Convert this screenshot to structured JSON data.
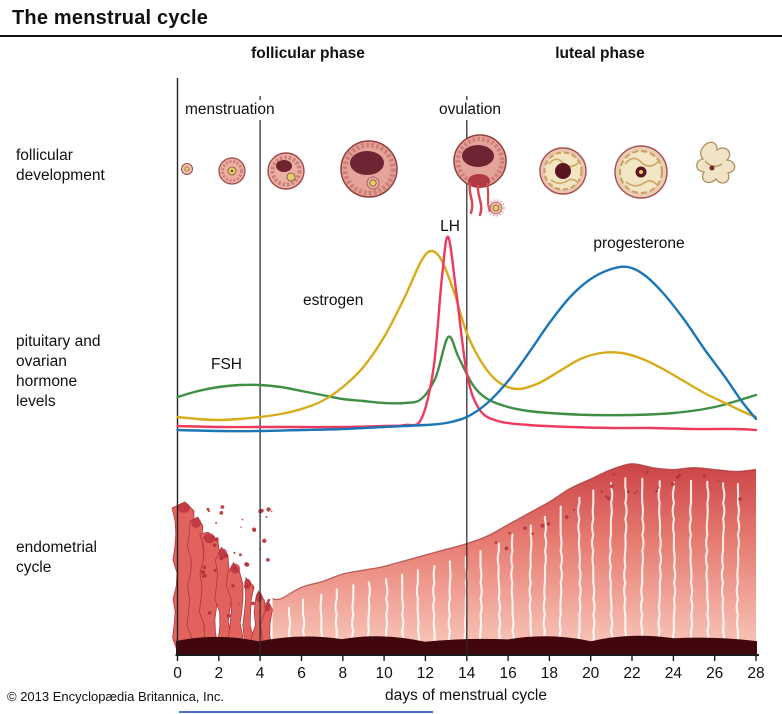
{
  "title": "The menstrual cycle",
  "copyright": "© 2013 Encyclopædia Britannica, Inc.",
  "phases": {
    "follicular": "follicular phase",
    "luteal": "luteal phase"
  },
  "events": {
    "menstruation": "menstruation",
    "ovulation": "ovulation"
  },
  "row_labels": {
    "follicular_development": "follicular\ndevelopment",
    "hormone_levels": "pituitary and\novarian\nhormone\nlevels",
    "endometrial_cycle": "endometrial\ncycle"
  },
  "axis": {
    "label": "days of menstrual cycle",
    "min": 0,
    "max": 28,
    "ticks": [
      0,
      2,
      4,
      6,
      8,
      10,
      12,
      14,
      16,
      18,
      20,
      22,
      24,
      26,
      28
    ],
    "marker_days": [
      4,
      14
    ]
  },
  "chart_data": {
    "type": "line",
    "title": "pituitary and ovarian hormone levels",
    "xlabel": "days of menstrual cycle",
    "x_range": [
      0,
      28
    ],
    "y_unit": "relative hormone level (0–1)",
    "legend_position": "inline-labels",
    "grid": false,
    "series": [
      {
        "name": "FSH",
        "color": "#3e8e44",
        "points": [
          [
            0,
            0.2
          ],
          [
            1,
            0.23
          ],
          [
            2,
            0.25
          ],
          [
            3,
            0.26
          ],
          [
            4,
            0.26
          ],
          [
            5,
            0.25
          ],
          [
            6,
            0.23
          ],
          [
            7,
            0.21
          ],
          [
            8,
            0.19
          ],
          [
            9,
            0.18
          ],
          [
            10,
            0.17
          ],
          [
            11,
            0.17
          ],
          [
            11.8,
            0.19
          ],
          [
            12.5,
            0.3
          ],
          [
            13.1,
            0.5
          ],
          [
            13.6,
            0.4
          ],
          [
            14.3,
            0.26
          ],
          [
            15,
            0.19
          ],
          [
            16,
            0.15
          ],
          [
            17,
            0.13
          ],
          [
            18,
            0.12
          ],
          [
            20,
            0.11
          ],
          [
            22,
            0.11
          ],
          [
            24,
            0.12
          ],
          [
            26,
            0.15
          ],
          [
            28,
            0.21
          ]
        ]
      },
      {
        "name": "estrogen",
        "color": "#d6ac1b",
        "points": [
          [
            0,
            0.1
          ],
          [
            1,
            0.09
          ],
          [
            2,
            0.085
          ],
          [
            3,
            0.09
          ],
          [
            4,
            0.1
          ],
          [
            5,
            0.115
          ],
          [
            6,
            0.14
          ],
          [
            7,
            0.18
          ],
          [
            8,
            0.25
          ],
          [
            9,
            0.35
          ],
          [
            10,
            0.5
          ],
          [
            11,
            0.7
          ],
          [
            11.8,
            0.88
          ],
          [
            12.3,
            0.93
          ],
          [
            12.8,
            0.88
          ],
          [
            13.4,
            0.72
          ],
          [
            14,
            0.52
          ],
          [
            14.8,
            0.36
          ],
          [
            15.6,
            0.27
          ],
          [
            16.5,
            0.24
          ],
          [
            17.5,
            0.27
          ],
          [
            18.5,
            0.33
          ],
          [
            19.5,
            0.39
          ],
          [
            20.5,
            0.42
          ],
          [
            21.5,
            0.42
          ],
          [
            22.5,
            0.39
          ],
          [
            23.5,
            0.34
          ],
          [
            24.5,
            0.28
          ],
          [
            25.5,
            0.22
          ],
          [
            26.5,
            0.17
          ],
          [
            27.3,
            0.13
          ],
          [
            28,
            0.1
          ]
        ]
      },
      {
        "name": "LH",
        "color": "#ee3a5f",
        "points": [
          [
            0,
            0.055
          ],
          [
            2,
            0.05
          ],
          [
            4,
            0.05
          ],
          [
            6,
            0.05
          ],
          [
            8,
            0.05
          ],
          [
            10,
            0.055
          ],
          [
            11,
            0.06
          ],
          [
            11.8,
            0.09
          ],
          [
            12.4,
            0.35
          ],
          [
            12.8,
            0.8
          ],
          [
            13.1,
            1.0
          ],
          [
            13.5,
            0.72
          ],
          [
            14,
            0.32
          ],
          [
            14.6,
            0.14
          ],
          [
            15.5,
            0.08
          ],
          [
            17,
            0.06
          ],
          [
            19,
            0.05
          ],
          [
            21,
            0.045
          ],
          [
            23,
            0.045
          ],
          [
            25,
            0.04
          ],
          [
            27,
            0.04
          ],
          [
            28,
            0.035
          ]
        ]
      },
      {
        "name": "progesterone",
        "color": "#1b76b8",
        "points": [
          [
            0,
            0.035
          ],
          [
            2,
            0.03
          ],
          [
            4,
            0.03
          ],
          [
            6,
            0.035
          ],
          [
            8,
            0.04
          ],
          [
            10,
            0.05
          ],
          [
            12,
            0.06
          ],
          [
            13,
            0.07
          ],
          [
            14,
            0.1
          ],
          [
            15,
            0.17
          ],
          [
            16,
            0.28
          ],
          [
            17,
            0.42
          ],
          [
            18,
            0.57
          ],
          [
            19,
            0.7
          ],
          [
            20,
            0.79
          ],
          [
            21,
            0.84
          ],
          [
            21.8,
            0.85
          ],
          [
            22.6,
            0.81
          ],
          [
            23.5,
            0.72
          ],
          [
            24.5,
            0.59
          ],
          [
            25.5,
            0.44
          ],
          [
            26.5,
            0.3
          ],
          [
            27.3,
            0.18
          ],
          [
            28,
            0.09
          ]
        ]
      }
    ],
    "annotations": [
      {
        "label": "menstruation",
        "day_range": [
          0,
          4
        ]
      },
      {
        "label": "ovulation",
        "day": 14
      },
      {
        "label": "follicular phase",
        "day_range": [
          0,
          14
        ]
      },
      {
        "label": "luteal phase",
        "day_range": [
          14,
          28
        ]
      }
    ]
  },
  "endometrium": {
    "profile": [
      [
        0,
        0.78
      ],
      [
        0.7,
        0.72
      ],
      [
        1.4,
        0.64
      ],
      [
        2.1,
        0.56
      ],
      [
        2.8,
        0.47
      ],
      [
        3.5,
        0.38
      ],
      [
        4.2,
        0.3
      ],
      [
        4.6,
        0.27
      ],
      [
        5,
        0.27
      ],
      [
        6,
        0.33
      ],
      [
        7,
        0.36
      ],
      [
        8,
        0.4
      ],
      [
        9,
        0.42
      ],
      [
        10,
        0.44
      ],
      [
        11,
        0.47
      ],
      [
        12,
        0.5
      ],
      [
        13,
        0.53
      ],
      [
        14,
        0.56
      ],
      [
        15,
        0.6
      ],
      [
        16,
        0.66
      ],
      [
        17,
        0.72
      ],
      [
        18,
        0.78
      ],
      [
        19,
        0.85
      ],
      [
        20,
        0.9
      ],
      [
        21,
        0.95
      ],
      [
        22,
        0.98
      ],
      [
        23,
        0.96
      ],
      [
        24,
        0.95
      ],
      [
        25,
        0.96
      ],
      [
        26,
        0.95
      ],
      [
        27,
        0.94
      ],
      [
        28,
        0.95
      ]
    ]
  },
  "colors": {
    "fsh": "#3e8e44",
    "estrogen": "#d6ac1b",
    "lh": "#ee3a5f",
    "progesterone": "#1b76b8",
    "endometrium_top": "#c94143",
    "endometrium_mid": "#e87e74",
    "endometrium_bottom": "#f8c8ba",
    "basal_layer": "#41070d",
    "axis": "#1a1a1a"
  }
}
